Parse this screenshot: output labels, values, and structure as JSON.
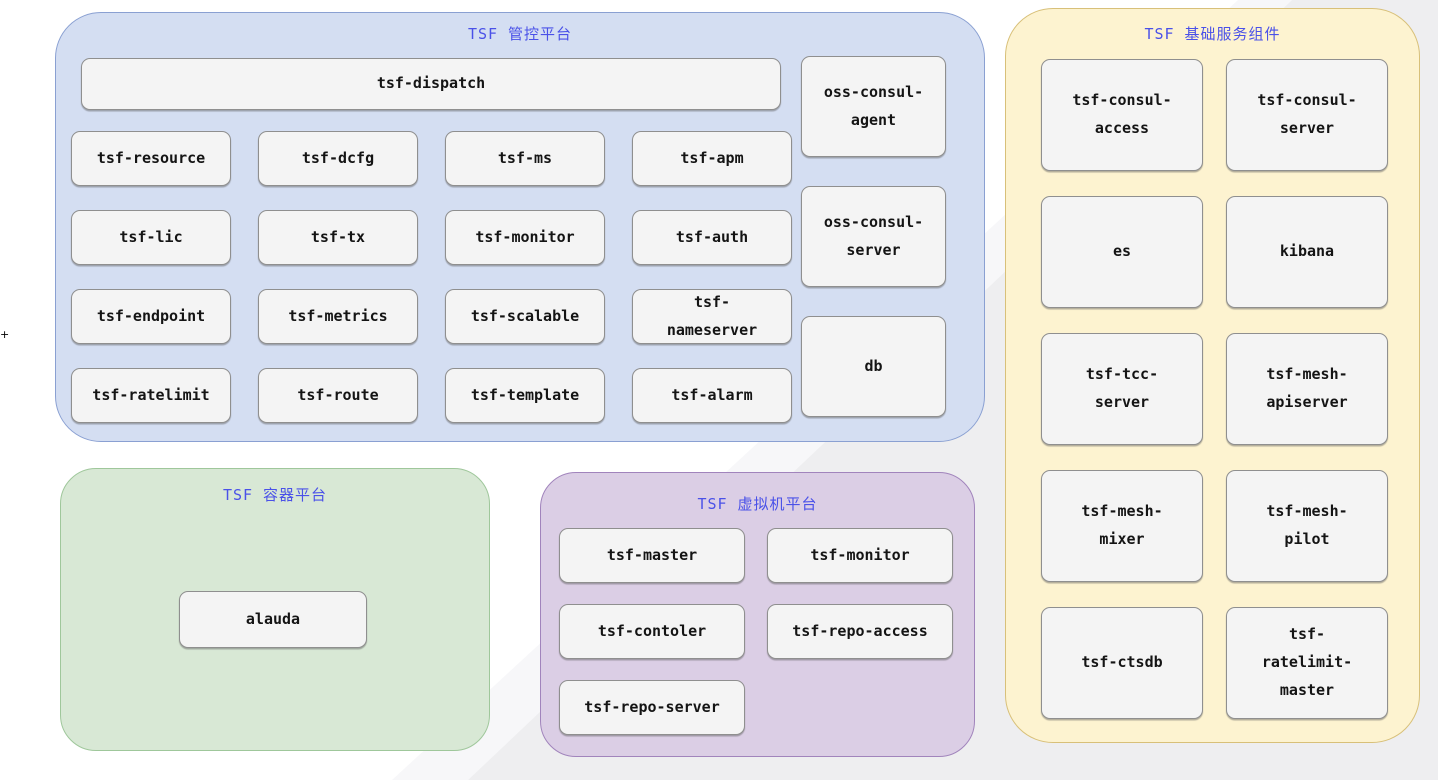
{
  "panels": {
    "control": {
      "title": "TSF 管控平台",
      "dispatch_label": "tsf-dispatch",
      "grid_services": [
        "tsf-resource",
        "tsf-dcfg",
        "tsf-ms",
        "tsf-apm",
        "tsf-lic",
        "tsf-tx",
        "tsf-monitor",
        "tsf-auth",
        "tsf-endpoint",
        "tsf-metrics",
        "tsf-scalable",
        "tsf-\nnameserver",
        "tsf-ratelimit",
        "tsf-route",
        "tsf-template",
        "tsf-alarm"
      ],
      "side_services": [
        "oss-consul-\nagent",
        "oss-consul-\nserver",
        "db"
      ]
    },
    "base_services": {
      "title": "TSF 基础服务组件",
      "grid_services": [
        "tsf-consul-\naccess",
        "tsf-consul-\nserver",
        "es",
        "kibana",
        "tsf-tcc-\nserver",
        "tsf-mesh-\napiserver",
        "tsf-mesh-\nmixer",
        "tsf-mesh-\npilot",
        "tsf-ctsdb",
        "tsf-\nratelimit-\nmaster"
      ]
    },
    "container_platform": {
      "title": "TSF 容器平台",
      "grid_services": [
        "alauda"
      ]
    },
    "vm_platform": {
      "title": "TSF 虚拟机平台",
      "grid_services": [
        "tsf-master",
        "tsf-monitor",
        "tsf-contoler",
        "tsf-repo-access",
        "tsf-repo-server"
      ]
    }
  },
  "stray_mark": "+",
  "colors": {
    "control_panel_bg": "#d4def2",
    "control_panel_border": "#8aa0d2",
    "base_panel_bg": "#fdf3d0",
    "base_panel_border": "#d8c079",
    "container_panel_bg": "#d8e8d5",
    "container_panel_border": "#9fc79b",
    "vm_panel_bg": "#dbcee5",
    "vm_panel_border": "#a184bc",
    "service_box_bg": "#f4f4f4",
    "service_box_border": "#8f8f8f",
    "panel_title_text": "#4a51e8",
    "background_band": "#eeeef0"
  }
}
